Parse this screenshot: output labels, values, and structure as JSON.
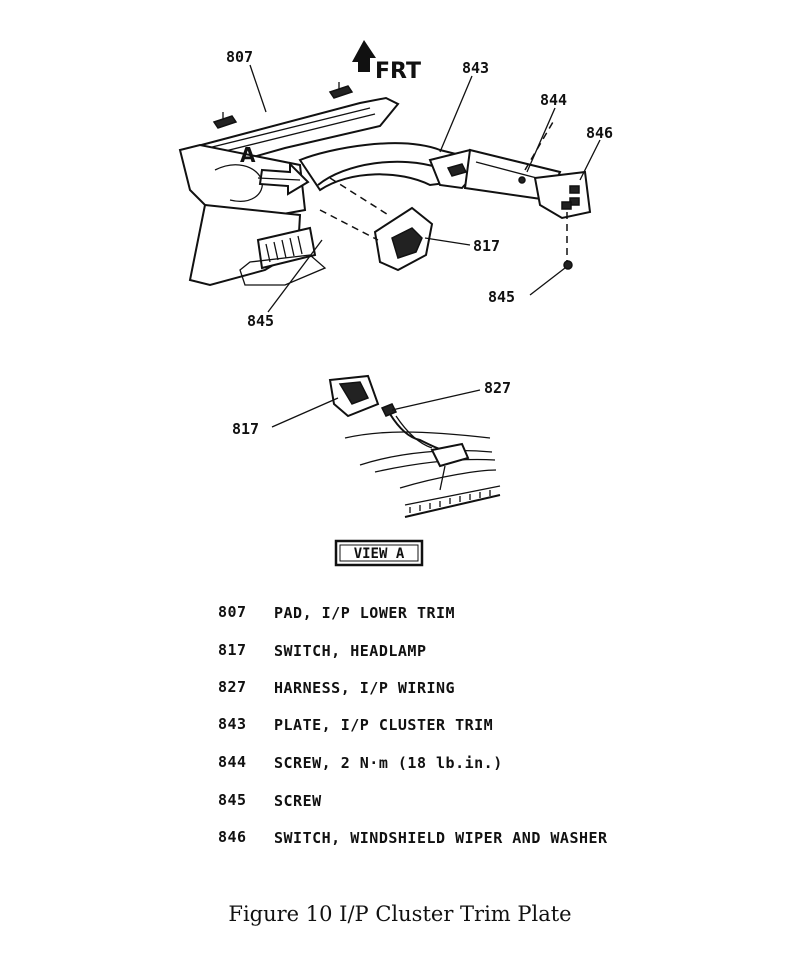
{
  "diagram": {
    "direction_label": "FRT",
    "view_marker": "A",
    "callouts": {
      "c807": "807",
      "c843": "843",
      "c844": "844",
      "c846": "846",
      "c817_main": "817",
      "c845_left": "845",
      "c845_right": "845",
      "c817_view": "817",
      "c827": "827"
    },
    "view_label": "VIEW A"
  },
  "legend": [
    {
      "number": "807",
      "description": "PAD, I/P LOWER TRIM"
    },
    {
      "number": "817",
      "description": "SWITCH, HEADLAMP"
    },
    {
      "number": "827",
      "description": "HARNESS, I/P WIRING"
    },
    {
      "number": "843",
      "description": "PLATE, I/P CLUSTER TRIM"
    },
    {
      "number": "844",
      "description": "SCREW, 2 N·m (18 lb.in.)"
    },
    {
      "number": "845",
      "description": "SCREW"
    },
    {
      "number": "846",
      "description": "SWITCH, WINDSHIELD WIPER AND WASHER"
    }
  ],
  "caption": "Figure 10 I/P Cluster Trim Plate"
}
